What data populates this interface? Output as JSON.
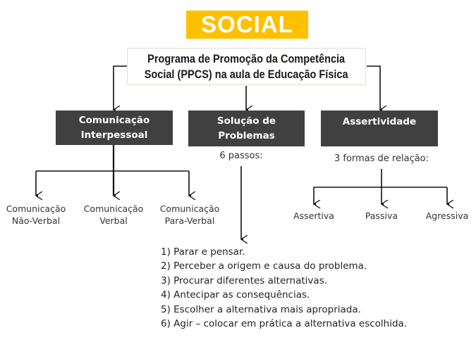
{
  "title": {
    "text": "SOCIAL",
    "background_color": "#FFC000",
    "text_color": "#FFFFFF"
  },
  "program": {
    "text": "Programa de Promoção da Competência\nSocial (PPCS) na aula de Educação Física"
  },
  "branches": [
    {
      "label": "Comunicação\nInterpessoal",
      "children": [
        {
          "label": "Comunicação\nNão-Verbal"
        },
        {
          "label": "Comunicação\nVerbal"
        },
        {
          "label": "Comunicação\nPara-Verbal"
        }
      ]
    },
    {
      "label": "Solução de\nProblemas",
      "caption": "6 passos:",
      "steps": [
        "1)  Parar e pensar.",
        "2) Perceber a origem e causa do problema.",
        "3) Procurar  diferentes alternativas.",
        "4) Antecipar as consequências.",
        "5) Escolher a alternativa mais apropriada.",
        "6) Agir – colocar em prática a alternativa escolhida."
      ]
    },
    {
      "label": "Assertividade",
      "caption": "3 formas de relação:",
      "children": [
        {
          "label": "Assertiva"
        },
        {
          "label": "Passiva"
        },
        {
          "label": "Agressiva"
        }
      ]
    }
  ],
  "colors": {
    "box_fill": "#404040",
    "box_text": "#FFFFFF",
    "line": "#111111"
  }
}
